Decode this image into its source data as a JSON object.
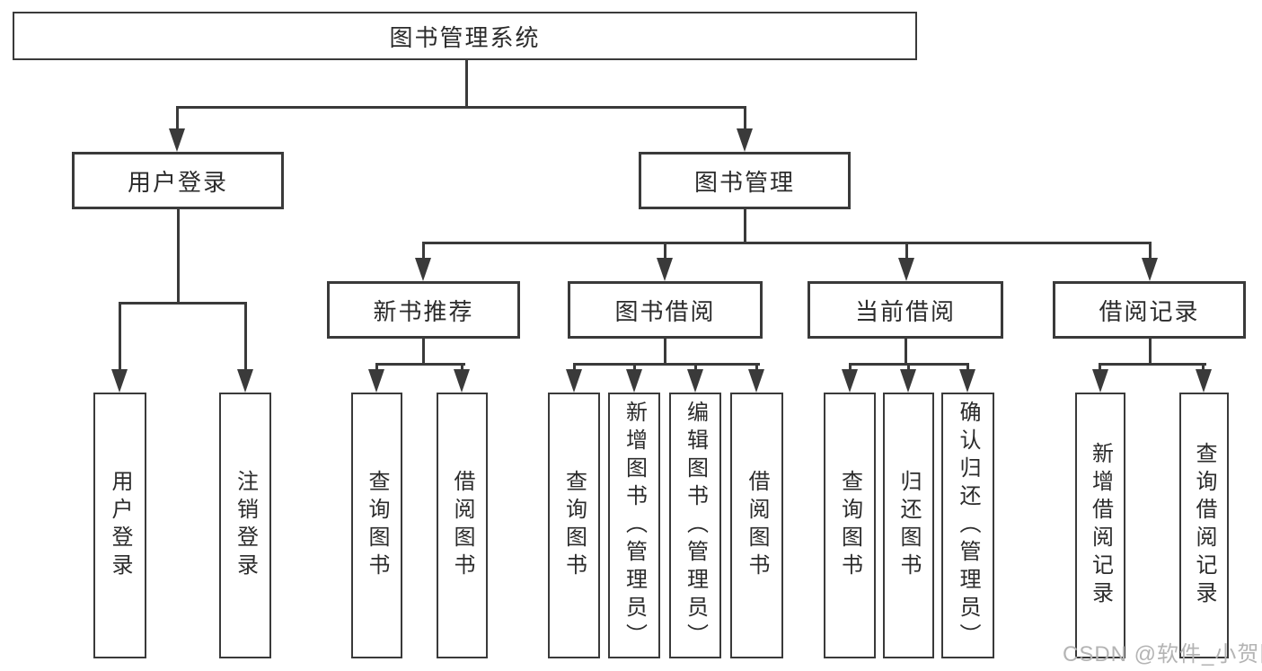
{
  "tree": {
    "label": "图书管理系统",
    "children": [
      {
        "label": "用户登录",
        "children": [
          {
            "label": "用户登录"
          },
          {
            "label": "注销登录"
          }
        ]
      },
      {
        "label": "图书管理",
        "children": [
          {
            "label": "新书推荐",
            "children": [
              {
                "label": "查询图书"
              },
              {
                "label": "借阅图书"
              }
            ]
          },
          {
            "label": "图书借阅",
            "children": [
              {
                "label": "查询图书"
              },
              {
                "label": "新增图书（管理员）"
              },
              {
                "label": "编辑图书（管理员）"
              },
              {
                "label": "借阅图书"
              }
            ]
          },
          {
            "label": "当前借阅",
            "children": [
              {
                "label": "查询图书"
              },
              {
                "label": "归还图书"
              },
              {
                "label": "确认归还（管理员）"
              }
            ]
          },
          {
            "label": "借阅记录",
            "children": [
              {
                "label": "新增借阅记录"
              },
              {
                "label": "查询借阅记录"
              }
            ]
          }
        ]
      }
    ]
  },
  "watermark": {
    "text": "CSDN @软件_小贺同学"
  },
  "colors": {
    "line": "#3a3a3a",
    "text": "#2b2b2b",
    "watermark": "#b4b4b4",
    "background": "#ffffff"
  }
}
